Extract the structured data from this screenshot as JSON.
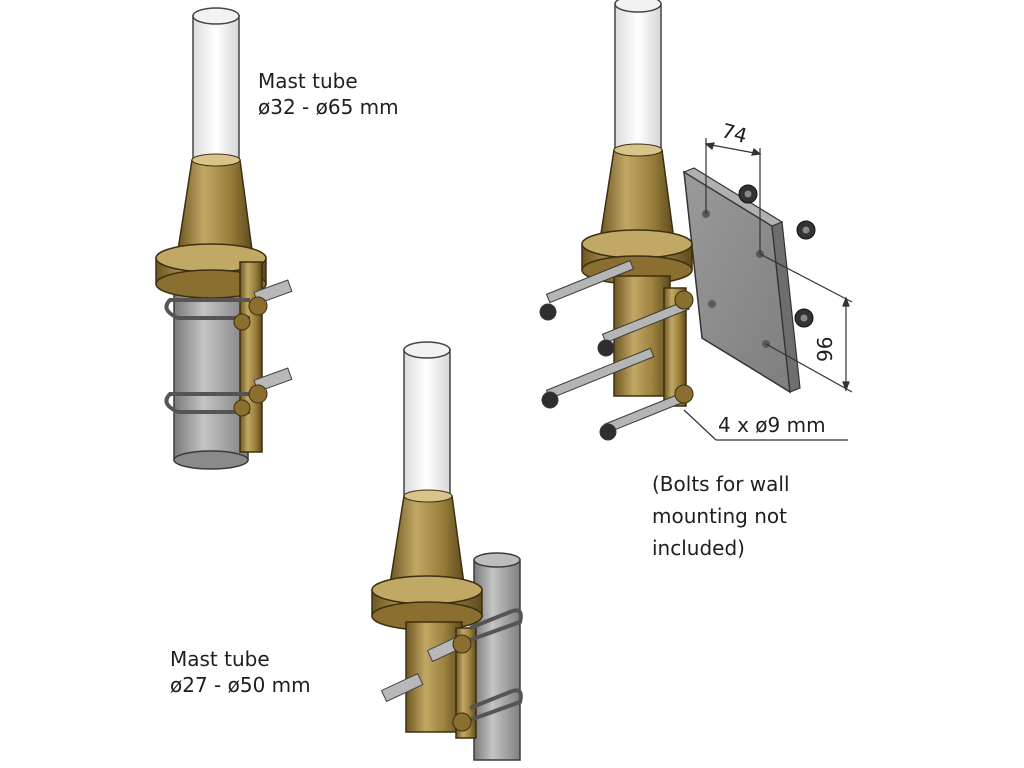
{
  "labels": {
    "mast_top_line1": "Mast tube",
    "mast_top_line2": "ø32 - ø65 mm",
    "mast_bottom_line1": "Mast tube",
    "mast_bottom_line2": "ø27 - ø50 mm",
    "dim_width": "74",
    "dim_height": "96",
    "holes": "4 x ø9 mm",
    "note_line1": "(Bolts for wall",
    "note_line2": "mounting not",
    "note_line3": "included)"
  },
  "colors": {
    "brass": "#9a7f3c",
    "brass_light": "#c2a865",
    "brass_dark": "#6e5622",
    "pipe": "#9c9c9c",
    "plate": "#8c8c8c",
    "tube": "#f7f7f7"
  }
}
